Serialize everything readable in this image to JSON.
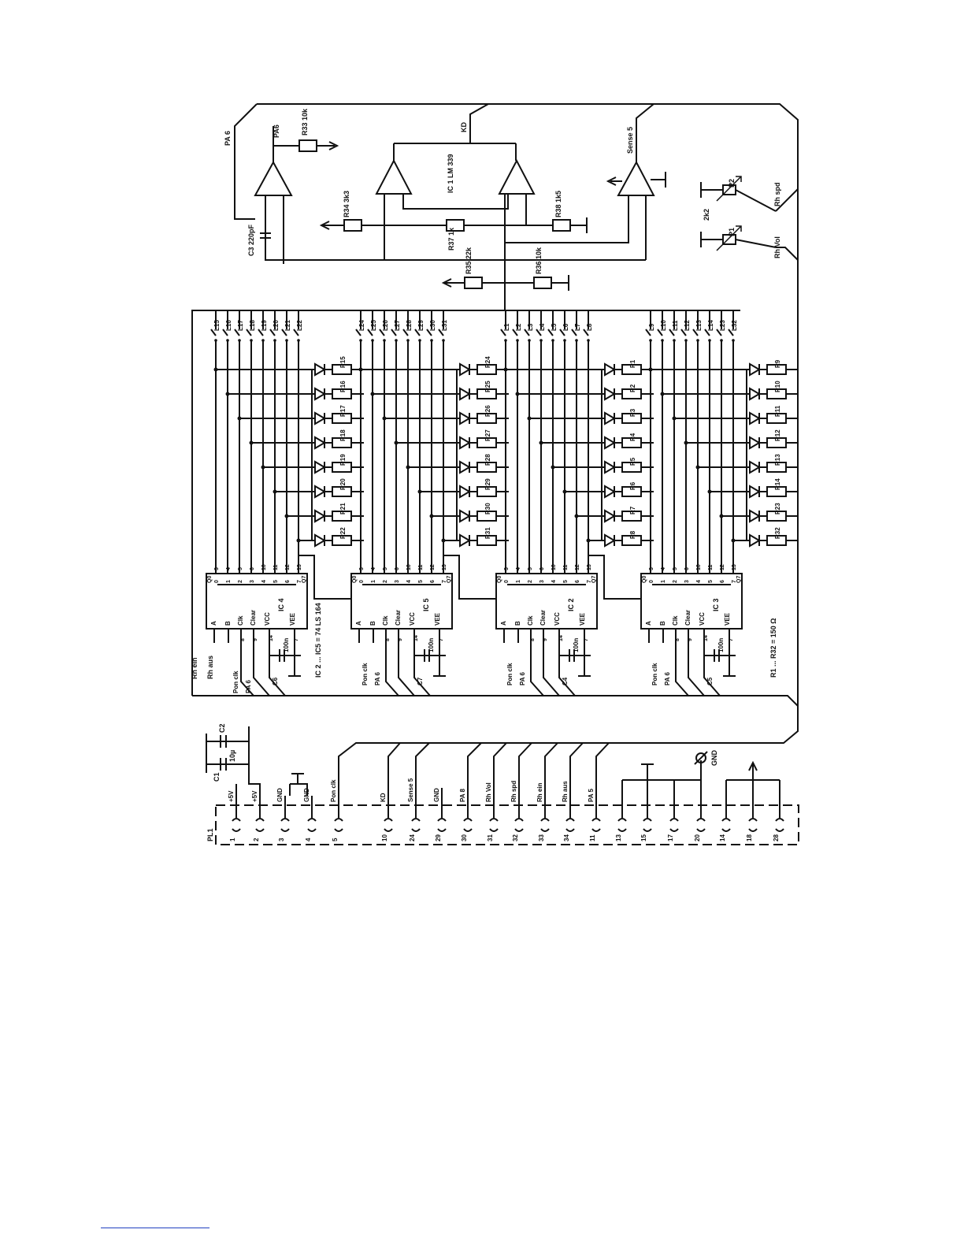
{
  "labels": {
    "pa6": "PA 6",
    "pa6_bar": "PA6",
    "r33": "R33 10k",
    "kd": "KD",
    "sense5": "Sense 5",
    "ic1": "IC 1 LM 339",
    "c3": "C3 220pF",
    "r34": "R34 3k3",
    "r37": "R37 1k",
    "r38": "R38 1k5",
    "r35": "R35 22k",
    "r36": "R36 10k",
    "p1": "P1",
    "p2": "P2",
    "pot_value": "2k2",
    "rhspd": "Rh spd",
    "rhvol": "Rh Vol",
    "rhein": "Rh ein",
    "rhaus": "Rh aus",
    "ic_note": "IC 2 ... IC5 = 74 LS 164",
    "r_note": "R1 ... R32 = 150 Ω",
    "ponclk": "Pon clk",
    "pa6a": "PA 6",
    "c1": "C1",
    "c2": "C2",
    "c_val": "10µ",
    "plus5v": "+5V",
    "gnd": "GND",
    "pl1": "PL1"
  },
  "ics": [
    {
      "name": "IC 4",
      "cap": "C6",
      "capv": "100n"
    },
    {
      "name": "IC 5",
      "cap": "C7",
      "capv": "100n"
    },
    {
      "name": "IC 2",
      "cap": "C4",
      "capv": "100n"
    },
    {
      "name": "IC 3",
      "cap": "C5",
      "capv": "100n"
    }
  ],
  "ic_pins": {
    "qa": "Q0",
    "qh": "Q7",
    "a": "A",
    "b": "B",
    "clk": "Clk",
    "clear": "Clear",
    "vcc": "VCC",
    "vee": "VEE",
    "out_pins": [
      "3",
      "4",
      "5",
      "6",
      "10",
      "11",
      "12",
      "13"
    ],
    "out_q": [
      "0",
      "1",
      "2",
      "3",
      "4",
      "5",
      "6",
      "7"
    ]
  },
  "groups": [
    {
      "lines": [
        "L15",
        "L16",
        "L17",
        "L18",
        "L19",
        "L20",
        "L21",
        "L22"
      ],
      "resistors": [
        "R15",
        "R16",
        "R17",
        "R18",
        "R19",
        "R20",
        "R21",
        "R22"
      ]
    },
    {
      "lines": [
        "L24",
        "L25",
        "L26",
        "L27",
        "L28",
        "L29",
        "L30",
        "L31"
      ],
      "resistors": [
        "R24",
        "R25",
        "R26",
        "R27",
        "R28",
        "R29",
        "R30",
        "R31"
      ]
    },
    {
      "lines": [
        "L1",
        "L2",
        "L3",
        "L4",
        "L5",
        "L6",
        "L7",
        "L8"
      ],
      "resistors": [
        "R1",
        "R2",
        "R3",
        "R4",
        "R5",
        "R6",
        "R7",
        "R8"
      ]
    },
    {
      "lines": [
        "L9",
        "L10",
        "L11",
        "L12",
        "L13",
        "L14",
        "L23",
        "L32"
      ],
      "resistors": [
        "R9",
        "R10",
        "R11",
        "R12",
        "R13",
        "R14",
        "R23",
        "R32"
      ]
    }
  ],
  "connector": {
    "pins": [
      {
        "num": "1",
        "sig": "+5V"
      },
      {
        "num": "2",
        "sig": "+5V"
      },
      {
        "num": "3",
        "sig": "GND"
      },
      {
        "num": "4",
        "sig": "GND"
      },
      {
        "num": "5",
        "sig": "Pon clk"
      },
      {
        "num": "10",
        "sig": "KD"
      },
      {
        "num": "24",
        "sig": "Sense 5"
      },
      {
        "num": "29",
        "sig": "GND"
      },
      {
        "num": "30",
        "sig": "PA 8"
      },
      {
        "num": "31",
        "sig": "Rh Vol"
      },
      {
        "num": "32",
        "sig": "Rh spd"
      },
      {
        "num": "33",
        "sig": "Rh ein"
      },
      {
        "num": "34",
        "sig": "Rh aus"
      },
      {
        "num": "11",
        "sig": "PA 5"
      },
      {
        "num": "13",
        "sig": ""
      },
      {
        "num": "15",
        "sig": ""
      },
      {
        "num": "17",
        "sig": ""
      },
      {
        "num": "20",
        "sig": ""
      },
      {
        "num": "14",
        "sig": ""
      },
      {
        "num": "18",
        "sig": ""
      },
      {
        "num": "28",
        "sig": ""
      }
    ],
    "gnd_symbol": "GND"
  }
}
